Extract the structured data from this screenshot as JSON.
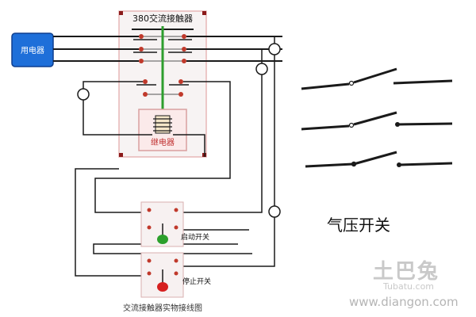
{
  "contactor": {
    "title": "380交流接触器"
  },
  "load": {
    "label": "用电器"
  },
  "relay": {
    "label": "继电器"
  },
  "start_switch": {
    "label": "启动开关"
  },
  "stop_switch": {
    "label": "停止开关"
  },
  "caption": "交流接触器实物接线图",
  "air_switch": {
    "label": "气压开关"
  },
  "watermark": {
    "brand": "土巴兔",
    "brand_url": "Tubatu.com",
    "site": "www.diangon.com"
  },
  "colors": {
    "wire": "#1a1a1a",
    "load_fill": "#1e6fd9",
    "terminal_red": "#c0392b",
    "contactor_outline": "#e8a0a0",
    "armature_green": "#2e9e2e",
    "start_green": "#2ca02c",
    "stop_red": "#d62020",
    "corner_mark": "#8b1a1a"
  }
}
